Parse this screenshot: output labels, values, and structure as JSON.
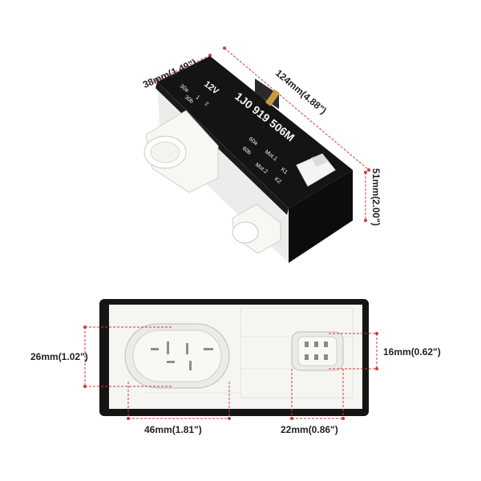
{
  "module": {
    "part_number": "1J0 919 506M",
    "voltage": "12V",
    "terminals_left": [
      "30a",
      "30b",
      "1",
      "2"
    ],
    "terminals_right": [
      "Mot.1",
      "Mot.2",
      "K1",
      "K2"
    ],
    "terminals_small": [
      "60a",
      "60b"
    ]
  },
  "dimensions": {
    "width_top": "38mm(1.49\")",
    "length_top": "124mm(4.88\")",
    "height_side": "51mm(2.00\")",
    "large_conn_height": "26mm(1.02\")",
    "large_conn_width": "46mm(1.81\")",
    "small_conn_height": "16mm(0.62\")",
    "small_conn_width": "22mm(0.86\")"
  },
  "colors": {
    "dimension_line": "#d23a3a",
    "housing": "#111111",
    "plastic": "#f2f2ee"
  }
}
